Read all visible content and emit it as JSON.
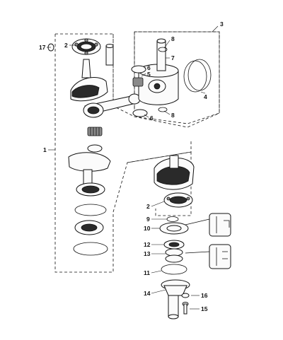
{
  "callouts": {
    "c1": "1",
    "c2a": "2",
    "c2b": "2",
    "c3": "3",
    "c4": "4",
    "c5": "5",
    "c6a": "6",
    "c6b": "6",
    "c7": "7",
    "c8a": "8",
    "c8b": "8",
    "c9": "9",
    "c10": "10",
    "c11": "11",
    "c12": "12",
    "c13": "13",
    "c14": "14",
    "c15": "15",
    "c16": "16",
    "c17": "17"
  }
}
